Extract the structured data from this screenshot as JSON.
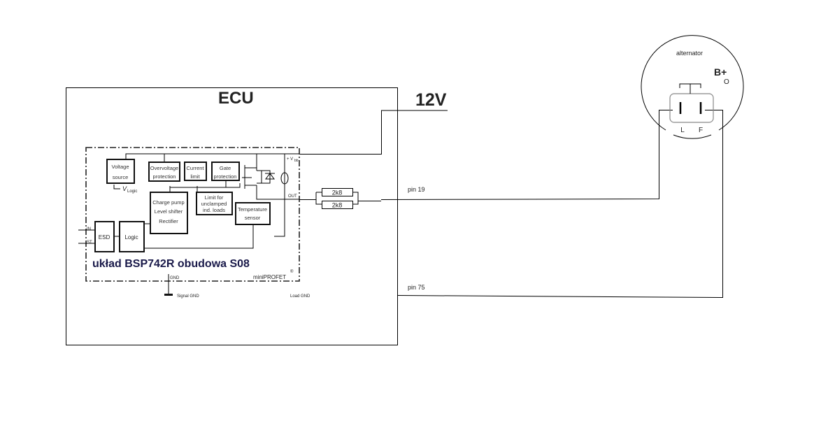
{
  "ecu": {
    "title": "ECU"
  },
  "supply": {
    "label": "12V"
  },
  "chip": {
    "caption": "układ BSP742R obudowa  S08",
    "brand": "miniPROFET",
    "registered": "®",
    "blocks": {
      "voltage_source": [
        "Voltage",
        "source"
      ],
      "vlogic": "V",
      "vlogic_sub": "Logic",
      "overvoltage": [
        "Overvoltage",
        "protection"
      ],
      "current_limit": [
        "Current",
        "limit"
      ],
      "gate_protection": [
        "Gate",
        "protection"
      ],
      "charge_pump": [
        "Charge pump",
        "Level shifter",
        "Rectifier"
      ],
      "limit_unclamped": [
        "Limit for",
        "unclamped",
        "ind. loads"
      ],
      "temperature": [
        "Temperature",
        "sensor"
      ],
      "esd": "ESD",
      "logic": "Logic"
    },
    "pins": {
      "in": "IN",
      "st": "ST",
      "vbb": "+ V",
      "vbb_sub": "bb",
      "out": "OUT",
      "gnd": "GND"
    },
    "signal_gnd": "Signal GND",
    "load_gnd": "Load GND"
  },
  "resistors": [
    "2k8",
    "2k8"
  ],
  "pins": {
    "pin19": "pin 19",
    "pin75": "pin 75"
  },
  "alternator": {
    "title": "alternator",
    "bplus": "B+",
    "bplus_terminal": "O",
    "l": "L",
    "f": "F"
  }
}
